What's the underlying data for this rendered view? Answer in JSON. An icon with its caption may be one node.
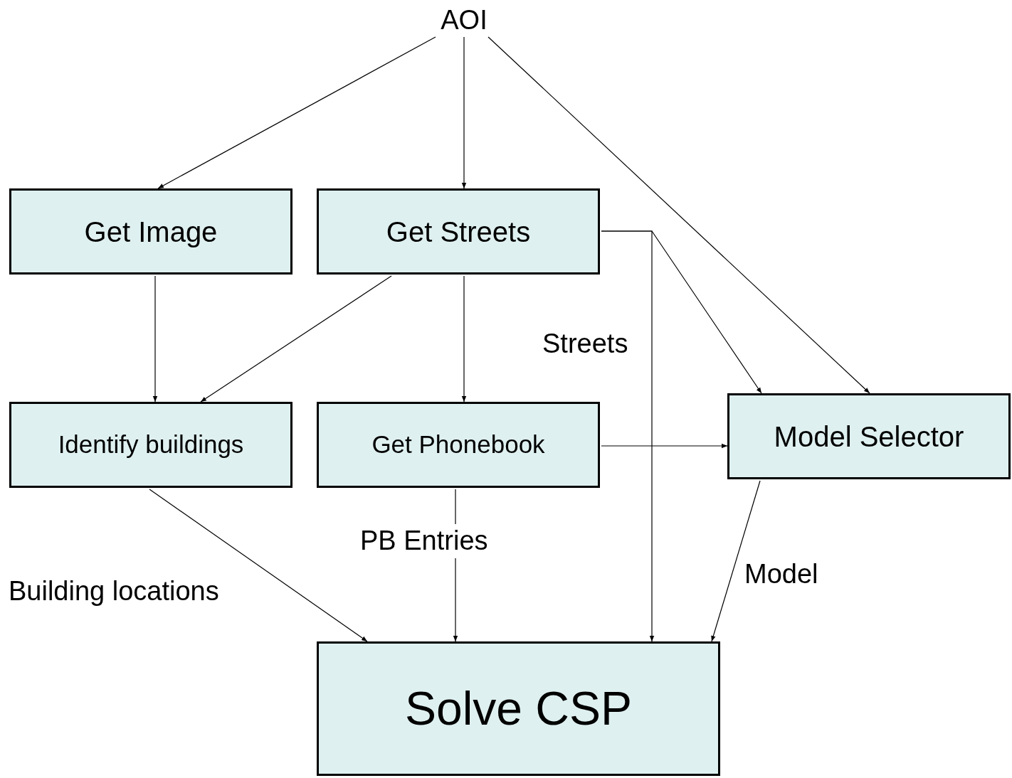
{
  "diagram": {
    "nodes": [
      {
        "text": [
          "AOI"
        ]
      },
      {
        "text": [
          "Get Image"
        ]
      },
      {
        "text": [
          "Get Streets"
        ]
      },
      {
        "text": [
          "Identify buildings"
        ]
      },
      {
        "text": [
          "Get Phonebook"
        ]
      },
      {
        "text": [
          "Model Selector"
        ]
      },
      {
        "text": [
          "Solve CSP"
        ]
      }
    ],
    "edges": [
      {
        "from": 0,
        "to": 1,
        "arrow": "to"
      },
      {
        "from": 0,
        "to": 2,
        "arrow": "to"
      },
      {
        "from": 0,
        "to": 5,
        "arrow": "to"
      },
      {
        "from": 1,
        "to": 3,
        "arrow": "to"
      },
      {
        "from": 2,
        "to": 3,
        "arrow": "to"
      },
      {
        "from": 2,
        "to": 4,
        "arrow": "to"
      },
      {
        "from": 2,
        "to": 5,
        "arrow": "to"
      },
      {
        "from": 2,
        "to": 6,
        "arrow": "to",
        "label": "Streets"
      },
      {
        "from": 4,
        "to": 5,
        "arrow": "to"
      },
      {
        "from": 3,
        "to": 6,
        "arrow": "to",
        "label": "Building locations"
      },
      {
        "from": 4,
        "to": 6,
        "arrow": "to",
        "label": "PB Entries"
      },
      {
        "from": 5,
        "to": 6,
        "arrow": "to",
        "label": "Model"
      }
    ]
  }
}
